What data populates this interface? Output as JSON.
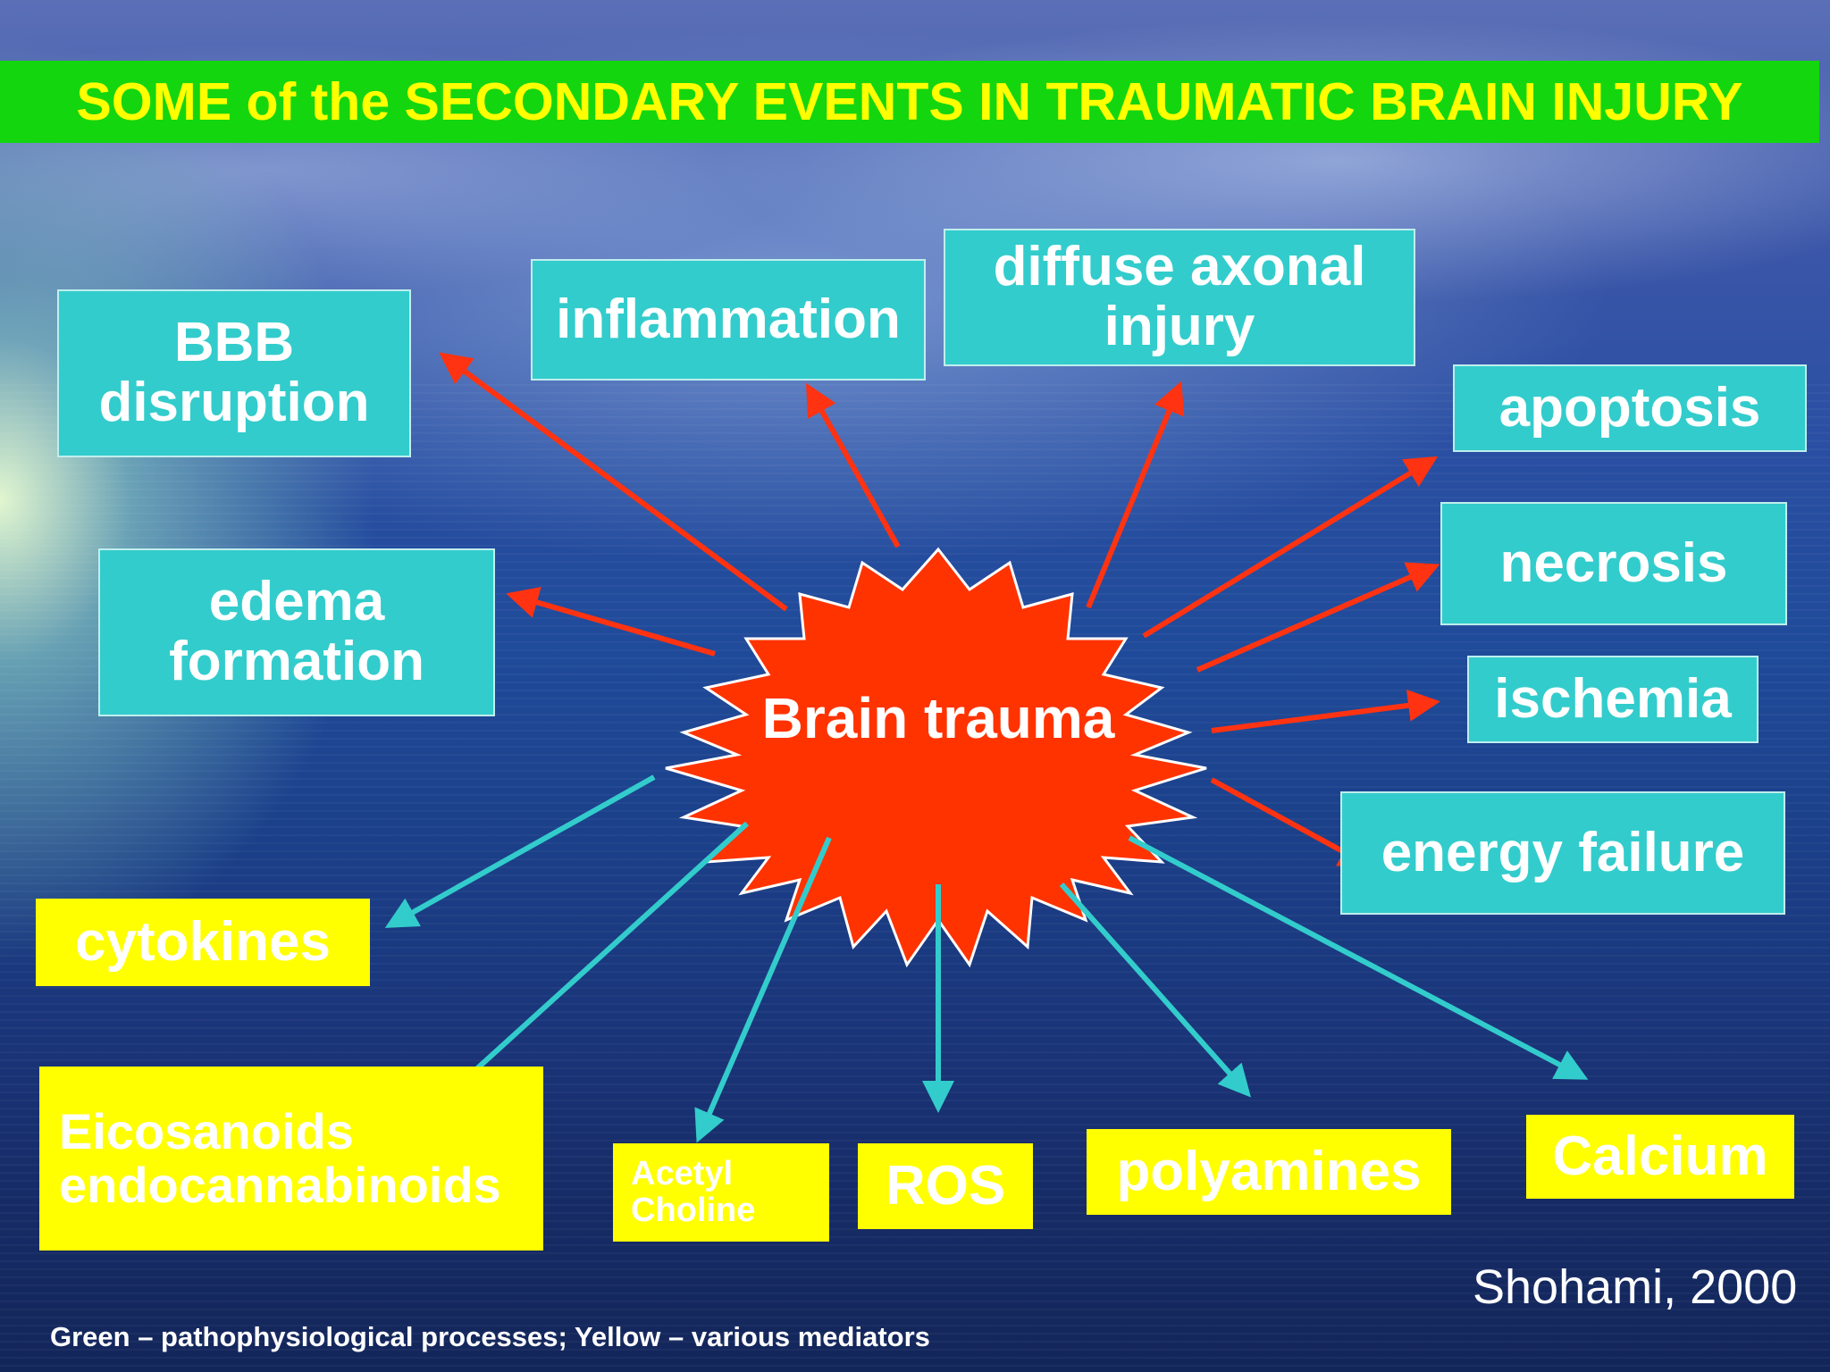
{
  "slide": {
    "title": "SOME of the SECONDARY EVENTS IN TRAUMATIC BRAIN INJURY",
    "center": "Brain trauma",
    "citation": "Shohami,  2000",
    "footnote": "Green – pathophysiological processes; Yellow – various mediators"
  },
  "processes": {
    "bbb_line1": "BBB",
    "bbb_line2": "disruption",
    "inflammation": "inflammation",
    "diffuse_line1": "diffuse axonal",
    "diffuse_line2": "injury",
    "apoptosis": "apoptosis",
    "edema_line1": "edema",
    "edema_line2": "formation",
    "necrosis": "necrosis",
    "ischemia": "ischemia",
    "energy_failure": "energy failure"
  },
  "mediators": {
    "cytokines": "cytokines",
    "eicosanoids_line1": "Eicosanoids",
    "eicosanoids_line2": "endocannabinoids",
    "acetyl_line1": "Acetyl",
    "acetyl_line2": "Choline",
    "ros": "ROS",
    "polyamines": "polyamines",
    "calcium": "Calcium"
  },
  "colors": {
    "title_bar": "#14d60f",
    "title_text": "#ffff00",
    "process_box": "#33cccc",
    "mediator_box": "#ffff00",
    "star": "#ff3300",
    "process_arrow": "#ff3311",
    "mediator_arrow": "#33cccc"
  }
}
